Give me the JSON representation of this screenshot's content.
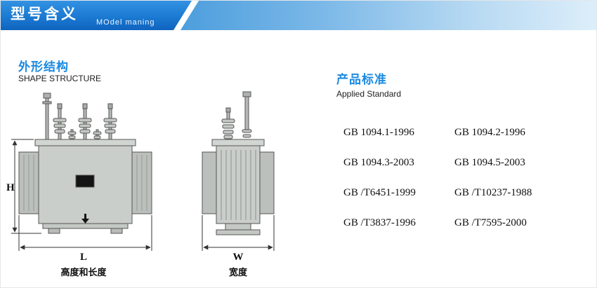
{
  "header": {
    "title": "型号含义",
    "subtitle": "MOdel maning"
  },
  "shape_section": {
    "title": "外形结构",
    "subtitle": "SHAPE STRUCTURE",
    "dim_height": "H",
    "dim_length": "L",
    "dim_width": "W",
    "caption_front": "高度和长度",
    "caption_side": "宽度"
  },
  "standards_section": {
    "title": "产品标准",
    "subtitle": "Applied Standard",
    "rows": [
      [
        "GB 1094.1-1996",
        "GB 1094.2-1996"
      ],
      [
        "GB 1094.3-2003",
        "GB 1094.5-2003"
      ],
      [
        "GB /T6451-1999",
        "GB /T10237-1988"
      ],
      [
        "GB /T3837-1996",
        "GB /T7595-2000"
      ]
    ]
  },
  "colors": {
    "header_blue": "#1b7ad2",
    "header_strip_blue": "#7db9e8",
    "section_title_blue": "#1b8ae2",
    "drawing_gray": "#caceca"
  }
}
